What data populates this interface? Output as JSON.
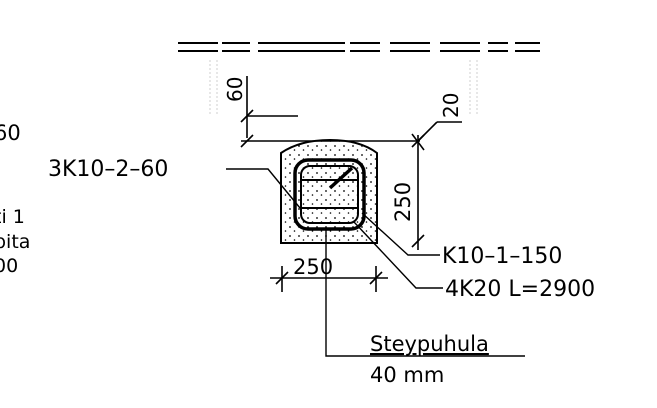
{
  "drawing": {
    "left_partial_labels": [
      "60",
      "ti 1",
      "pita",
      "00"
    ],
    "dimensions": {
      "top_cover": "60",
      "slab_offset": "20",
      "beam_height": "250",
      "beam_width": "250"
    },
    "callouts": {
      "top_bars": "3K10–2–60",
      "stirrups": "K10–1–150",
      "bottom_bars": "4K20  L=2900",
      "spacer_title": "Steypuhula",
      "spacer_size": "40  mm"
    }
  }
}
